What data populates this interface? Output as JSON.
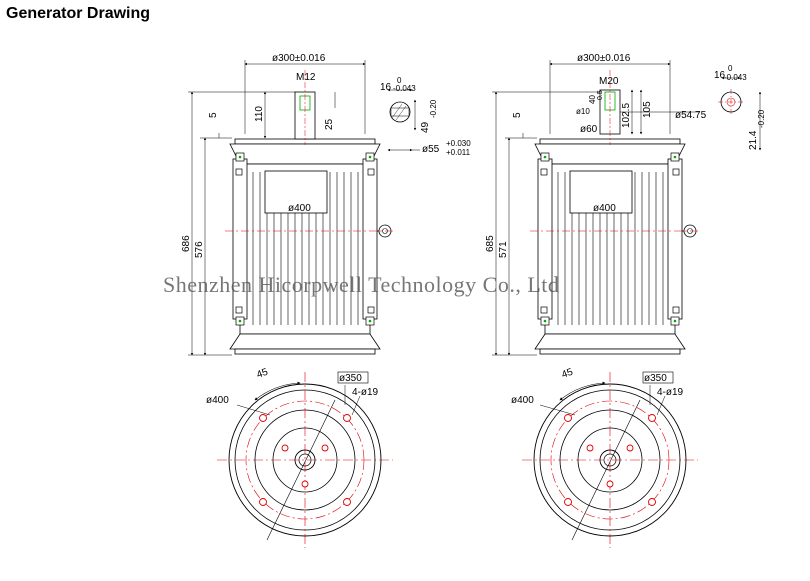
{
  "title": "Generator Drawing",
  "watermark": "Shenzhen Hicorpwell Technology Co., Ltd",
  "colors": {
    "line": "#000000",
    "center": "#e00000",
    "bolt": "#e00000",
    "mark": "#008800"
  },
  "left": {
    "shaft_fit": "ø300±0.016",
    "thread": "M12",
    "key_width": "16",
    "key_tol_top": "0",
    "key_tol_bot": "-0.043",
    "key_depth": "49",
    "key_depth_tol": "-0.20",
    "shaft_dia": "ø55",
    "shaft_tol_top": "+0.030",
    "shaft_tol_bot": "+0.011",
    "h_shaft": "110",
    "h_thread": "25",
    "h_flange": "5",
    "h_total": "686",
    "h_body": "576",
    "body_dia": "ø400",
    "pcd": "ø350",
    "flange_dia": "ø400",
    "holes": "4-ø19",
    "angle": "45"
  },
  "right": {
    "shaft_fit": "ø300±0.016",
    "thread": "M20",
    "thread_depth": "40",
    "thread_len": "ø10",
    "thread_tol": "0.5",
    "pilot": "ø60",
    "h_shaft": "105",
    "h_shaft2": "102.5",
    "shaft_dia": "ø54.75",
    "key_width": "16",
    "key_tol_top": "0",
    "key_tol_bot": "-0.043",
    "key_depth": "21.4",
    "key_depth_tol": "-0.20",
    "h_flange": "5",
    "h_total": "685",
    "h_body": "571",
    "body_dia": "ø400",
    "pcd": "ø350",
    "flange_dia": "ø400",
    "holes": "4-ø19",
    "angle": "45"
  }
}
